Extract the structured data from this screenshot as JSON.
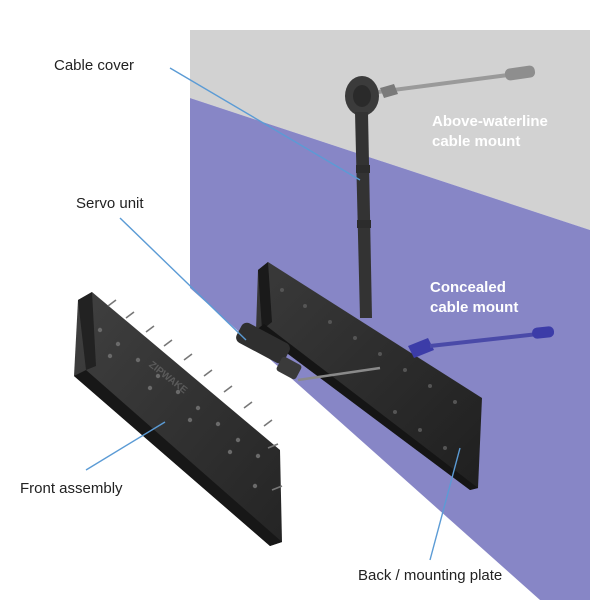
{
  "labels": {
    "cable_cover": "Cable cover",
    "servo_unit": "Servo unit",
    "front_assembly": "Front assembly",
    "back_plate": "Back / mounting plate",
    "above_mount_line1": "Above-waterline",
    "above_mount_line2": "cable mount",
    "concealed_mount_line1": "Concealed",
    "concealed_mount_line2": "cable mount"
  },
  "colors": {
    "wall_above_waterline": "#d2d2d2",
    "hull_below_waterline": "#8786c6",
    "plate_dark": "#2c2c2c",
    "cable_grey": "#9a9a9a",
    "cable_blue": "#3c3ca8",
    "leader_line": "#5b9bd5"
  },
  "product_marking": "ZIPWAKE"
}
